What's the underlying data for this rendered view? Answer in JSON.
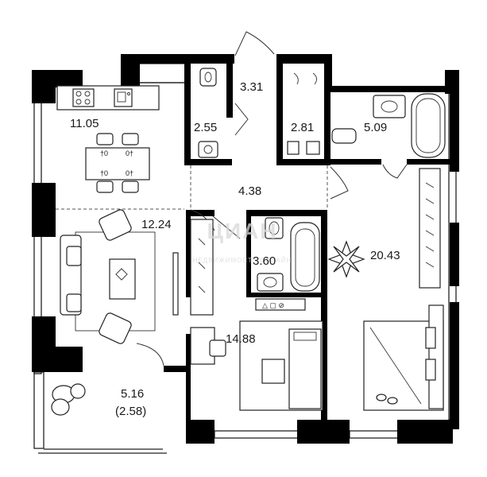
{
  "watermark": {
    "brand": "ЦИАН",
    "tagline": "НЕДВИЖИМОСТЬ ОНЛАЙН"
  },
  "rooms": [
    {
      "id": "kitchen",
      "area": "11.05"
    },
    {
      "id": "living",
      "area": "12.24"
    },
    {
      "id": "bath-left",
      "area": "2.55"
    },
    {
      "id": "hall-top",
      "area": "3.31"
    },
    {
      "id": "wc-right",
      "area": "2.81"
    },
    {
      "id": "bathroom",
      "area": "5.09"
    },
    {
      "id": "corridor",
      "area": "4.38"
    },
    {
      "id": "bath-mid",
      "area": "3.60"
    },
    {
      "id": "bedroom-large",
      "area": "20.43"
    },
    {
      "id": "bedroom-small",
      "area": "14.88"
    },
    {
      "id": "balcony",
      "area": "5.16"
    },
    {
      "id": "balcony-reduced",
      "area": "(2.58)"
    }
  ]
}
